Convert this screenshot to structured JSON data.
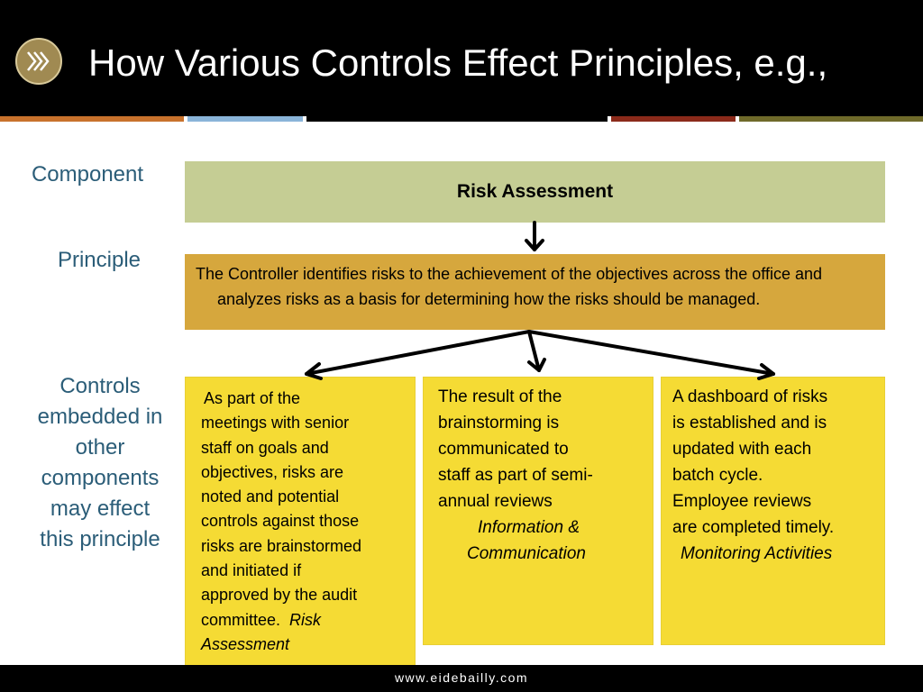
{
  "slide": {
    "title": "How Various Controls Effect Principles, e.g.,",
    "logo_icon": "double-chevron-right-icon",
    "colors": {
      "header_bg": "#000000",
      "label_text": "#2b5d78",
      "component_box": "#c5cd94",
      "principle_box": "#d6a73d",
      "control_box": "#f5db34",
      "stripes": [
        "#c8722c",
        "#8ab4d9",
        "#000000",
        "#8b2a1a",
        "#6f6a2a"
      ]
    }
  },
  "labels": {
    "component": "Component",
    "principle": "Principle",
    "controls": [
      "Controls",
      "embedded in",
      "other",
      "components",
      "may effect",
      "this principle"
    ]
  },
  "component": {
    "text": "Risk Assessment"
  },
  "principle": {
    "text": "The Controller identifies risks to the achievement of the objectives across the office and analyzes risks as a basis for determining how the risks should be managed."
  },
  "controls": [
    {
      "lines": [
        "As part of the",
        "meetings with senior",
        "staff on goals and",
        "objectives, risks are",
        "noted and potential",
        "controls against those",
        "risks are brainstormed",
        "and initiated if",
        "approved by the audit"
      ],
      "last_line": "committee.",
      "component_inline": "Risk",
      "component_line": "Assessment"
    },
    {
      "lines": [
        "The result of the",
        "brainstorming is",
        "communicated to",
        "staff as part of semi-",
        "annual reviews"
      ],
      "component_lines": [
        "Information &",
        "Communication"
      ]
    },
    {
      "lines": [
        "A dashboard of risks",
        "is established and is",
        "updated with each",
        "batch cycle.",
        "Employee reviews",
        "are completed timely."
      ],
      "component_lines": [
        "Monitoring Activities"
      ]
    }
  ],
  "footer": {
    "url": "www.eidebailly.com"
  }
}
